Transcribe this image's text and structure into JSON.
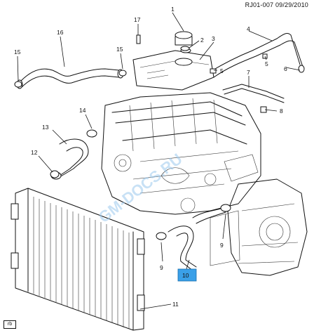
{
  "header": {
    "code": "RJ01-007  09/29/2010"
  },
  "watermark": "GM-DOCS.RU",
  "corner_tag": "rb",
  "callouts": [
    {
      "id": "c1",
      "label": "1"
    },
    {
      "id": "c2",
      "label": "2"
    },
    {
      "id": "c3",
      "label": "3"
    },
    {
      "id": "c4",
      "label": "4"
    },
    {
      "id": "c5a",
      "label": "5"
    },
    {
      "id": "c5b",
      "label": "5"
    },
    {
      "id": "c6",
      "label": "6"
    },
    {
      "id": "c7",
      "label": "7"
    },
    {
      "id": "c8",
      "label": "8"
    },
    {
      "id": "c9a",
      "label": "9"
    },
    {
      "id": "c9b",
      "label": "9"
    },
    {
      "id": "c10",
      "label": "10"
    },
    {
      "id": "c11",
      "label": "11"
    },
    {
      "id": "c12",
      "label": "12"
    },
    {
      "id": "c13",
      "label": "13"
    },
    {
      "id": "c14",
      "label": "14"
    },
    {
      "id": "c15a",
      "label": "15"
    },
    {
      "id": "c15b",
      "label": "15"
    },
    {
      "id": "c16",
      "label": "16"
    },
    {
      "id": "c17",
      "label": "17"
    }
  ],
  "colors": {
    "ink": "#111111",
    "highlight": "#3aa0e8",
    "watermark": "#9cc9ee"
  }
}
